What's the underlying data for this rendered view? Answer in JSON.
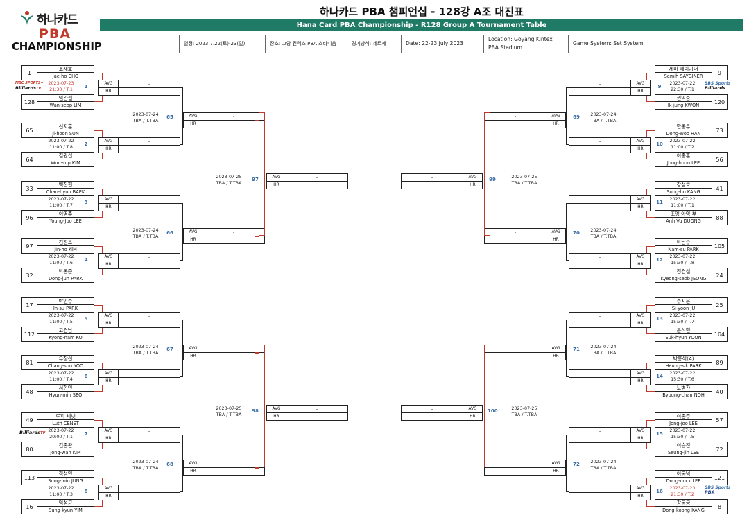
{
  "header": {
    "logo_text": "하나카드",
    "logo_pba": "PBA",
    "logo_champ": "CHAMPIONSHIP",
    "title_kr": "하나카드 PBA 챔피언십 - 128강 A조 대진표",
    "title_en": "Hana Card PBA Championship - R128 Group A Tournament Table",
    "info": {
      "date_kr": "일정: 2023.7.22(토)-23(일)",
      "venue_kr": "장소: 고양 킨텍스 PBA 스타디움",
      "system_kr": "경기방식: 세트제",
      "date_en": "Date: 22-23 July 2023",
      "location_en_1": "Location: Goyang Kintex",
      "location_en_2": "PBA Stadium",
      "system_en": "Game System: Set System"
    }
  },
  "labels": {
    "avg": "AVG",
    "hr": "HR",
    "dash": "-",
    "tba": "TBA / T.TBA"
  },
  "broadcasters": {
    "mbc": "MBC SPORTS+",
    "billiards": "Billiards",
    "tv": "TV",
    "sbs": "SBS Sports"
  },
  "left_matches": [
    {
      "no": "1",
      "date": "2023-07-23",
      "time": "21:30 / T.1",
      "red": true,
      "p1": {
        "seed": "1",
        "kr": "조재호",
        "en": "Jae-ho CHO"
      },
      "p2": {
        "seed": "128",
        "kr": "임완섭",
        "en": "Wan-seop LIM"
      }
    },
    {
      "no": "2",
      "date": "2023-07-22",
      "time": "11:00 / T.8",
      "p1": {
        "seed": "65",
        "kr": "선지훈",
        "en": "Ji-hoon SUN"
      },
      "p2": {
        "seed": "64",
        "kr": "김원섭",
        "en": "Won-sup KIM"
      }
    },
    {
      "no": "3",
      "date": "2023-07-22",
      "time": "11:00 / T.7",
      "p1": {
        "seed": "33",
        "kr": "백찬현",
        "en": "Chan-hyun BAEK"
      },
      "p2": {
        "seed": "96",
        "kr": "이영주",
        "en": "Young-Joo LEE"
      }
    },
    {
      "no": "4",
      "date": "2023-07-22",
      "time": "11:00 / T.6",
      "p1": {
        "seed": "97",
        "kr": "김진호",
        "en": "Jin-ho KIM"
      },
      "p2": {
        "seed": "32",
        "kr": "박동준",
        "en": "Dong-jun PARK"
      }
    },
    {
      "no": "5",
      "date": "2023-07-22",
      "time": "11:00 / T.5",
      "p1": {
        "seed": "17",
        "kr": "박인수",
        "en": "In-su PARK"
      },
      "p2": {
        "seed": "112",
        "kr": "고경남",
        "en": "Kyong-nam KO"
      }
    },
    {
      "no": "6",
      "date": "2023-07-22",
      "time": "11:00 / T.4",
      "p1": {
        "seed": "81",
        "kr": "유창선",
        "en": "Chang-sun YOO"
      },
      "p2": {
        "seed": "48",
        "kr": "서현민",
        "en": "Hyun-min SEO"
      }
    },
    {
      "no": "7",
      "date": "2023-07-22",
      "time": "20:00 / T.1",
      "p1": {
        "seed": "49",
        "kr": "루피 체넷",
        "en": "Lutfi CENET"
      },
      "p2": {
        "seed": "80",
        "kr": "김종완",
        "en": "Jong-wan KIM"
      }
    },
    {
      "no": "8",
      "date": "2023-07-22",
      "time": "11:00 / T.3",
      "p1": {
        "seed": "113",
        "kr": "정성민",
        "en": "Sung-min JUNG"
      },
      "p2": {
        "seed": "16",
        "kr": "임성균",
        "en": "Sung-kyun YIM"
      }
    }
  ],
  "right_matches": [
    {
      "no": "9",
      "date": "2023-07-22",
      "time": "22:30 / T.1",
      "p1": {
        "seed": "9",
        "kr": "세미 세이기너",
        "en": "Semih SAYGINER"
      },
      "p2": {
        "seed": "120",
        "kr": "권익중",
        "en": "Ik-jung KWON"
      }
    },
    {
      "no": "10",
      "date": "2023-07-22",
      "time": "11:00 / T.2",
      "p1": {
        "seed": "73",
        "kr": "한동우",
        "en": "Dong-woo HAN"
      },
      "p2": {
        "seed": "56",
        "kr": "이종훈",
        "en": "Jong-hoon LEE"
      }
    },
    {
      "no": "11",
      "date": "2023-07-22",
      "time": "11:00 / T.1",
      "p1": {
        "seed": "41",
        "kr": "강성호",
        "en": "Sung-ho KANG"
      },
      "p2": {
        "seed": "88",
        "kr": "조엥 아잉 부",
        "en": "Anh Vu DUONG"
      }
    },
    {
      "no": "12",
      "date": "2023-07-22",
      "time": "15:30 / T.8",
      "p1": {
        "seed": "105",
        "kr": "박남수",
        "en": "Nam-su PARK"
      },
      "p2": {
        "seed": "24",
        "kr": "정경섭",
        "en": "Kyeong-seob JEONG"
      }
    },
    {
      "no": "13",
      "date": "2023-07-22",
      "time": "15:30 / T.7",
      "p1": {
        "seed": "25",
        "kr": "주시윤",
        "en": "Si-yoon JU"
      },
      "p2": {
        "seed": "104",
        "kr": "윤석현",
        "en": "Suk-hyun YOON"
      }
    },
    {
      "no": "14",
      "date": "2023-07-22",
      "time": "15:30 / T.6",
      "p1": {
        "seed": "89",
        "kr": "박흥식(A)",
        "en": "Heung-sik PARK"
      },
      "p2": {
        "seed": "40",
        "kr": "노병찬",
        "en": "Byoung-chan NOH"
      }
    },
    {
      "no": "15",
      "date": "2023-07-22",
      "time": "15:30 / T.5",
      "p1": {
        "seed": "57",
        "kr": "이종주",
        "en": "Jong-joo LEE"
      },
      "p2": {
        "seed": "72",
        "kr": "이승진",
        "en": "Seung-jin LEE"
      }
    },
    {
      "no": "16",
      "date": "2023-07-23",
      "time": "21:30 / T.2",
      "red": true,
      "p1": {
        "seed": "121",
        "kr": "이동넉",
        "en": "Dong-nuck LEE"
      },
      "p2": {
        "seed": "8",
        "kr": "강동궁",
        "en": "Dong-koong KANG"
      }
    }
  ],
  "r64_left": [
    {
      "no": "65",
      "date": "2023-07-24",
      "time": "TBA / T.TBA"
    },
    {
      "no": "66",
      "date": "2023-07-24",
      "time": "TBA / T.TBA"
    },
    {
      "no": "67",
      "date": "2023-07-24",
      "time": "TBA / T.TBA"
    },
    {
      "no": "68",
      "date": "2023-07-24",
      "time": "TBA / T.TBA"
    }
  ],
  "r64_right": [
    {
      "no": "69",
      "date": "2023-07-24",
      "time": "TBA / T.TBA"
    },
    {
      "no": "70",
      "date": "2023-07-24",
      "time": "TBA / T.TBA"
    },
    {
      "no": "71",
      "date": "2023-07-24",
      "time": "TBA / T.TBA"
    },
    {
      "no": "72",
      "date": "2023-07-24",
      "time": "TBA / T.TBA"
    }
  ],
  "r32_left": [
    {
      "no": "97",
      "date": "2023-07-25",
      "time": "TBA / T.TBA"
    },
    {
      "no": "98",
      "date": "2023-07-25",
      "time": "TBA / T.TBA"
    }
  ],
  "r32_right": [
    {
      "no": "99",
      "date": "2023-07-25",
      "time": "TBA / T.TBA"
    },
    {
      "no": "100",
      "date": "2023-07-25",
      "time": "TBA / T.TBA"
    }
  ]
}
